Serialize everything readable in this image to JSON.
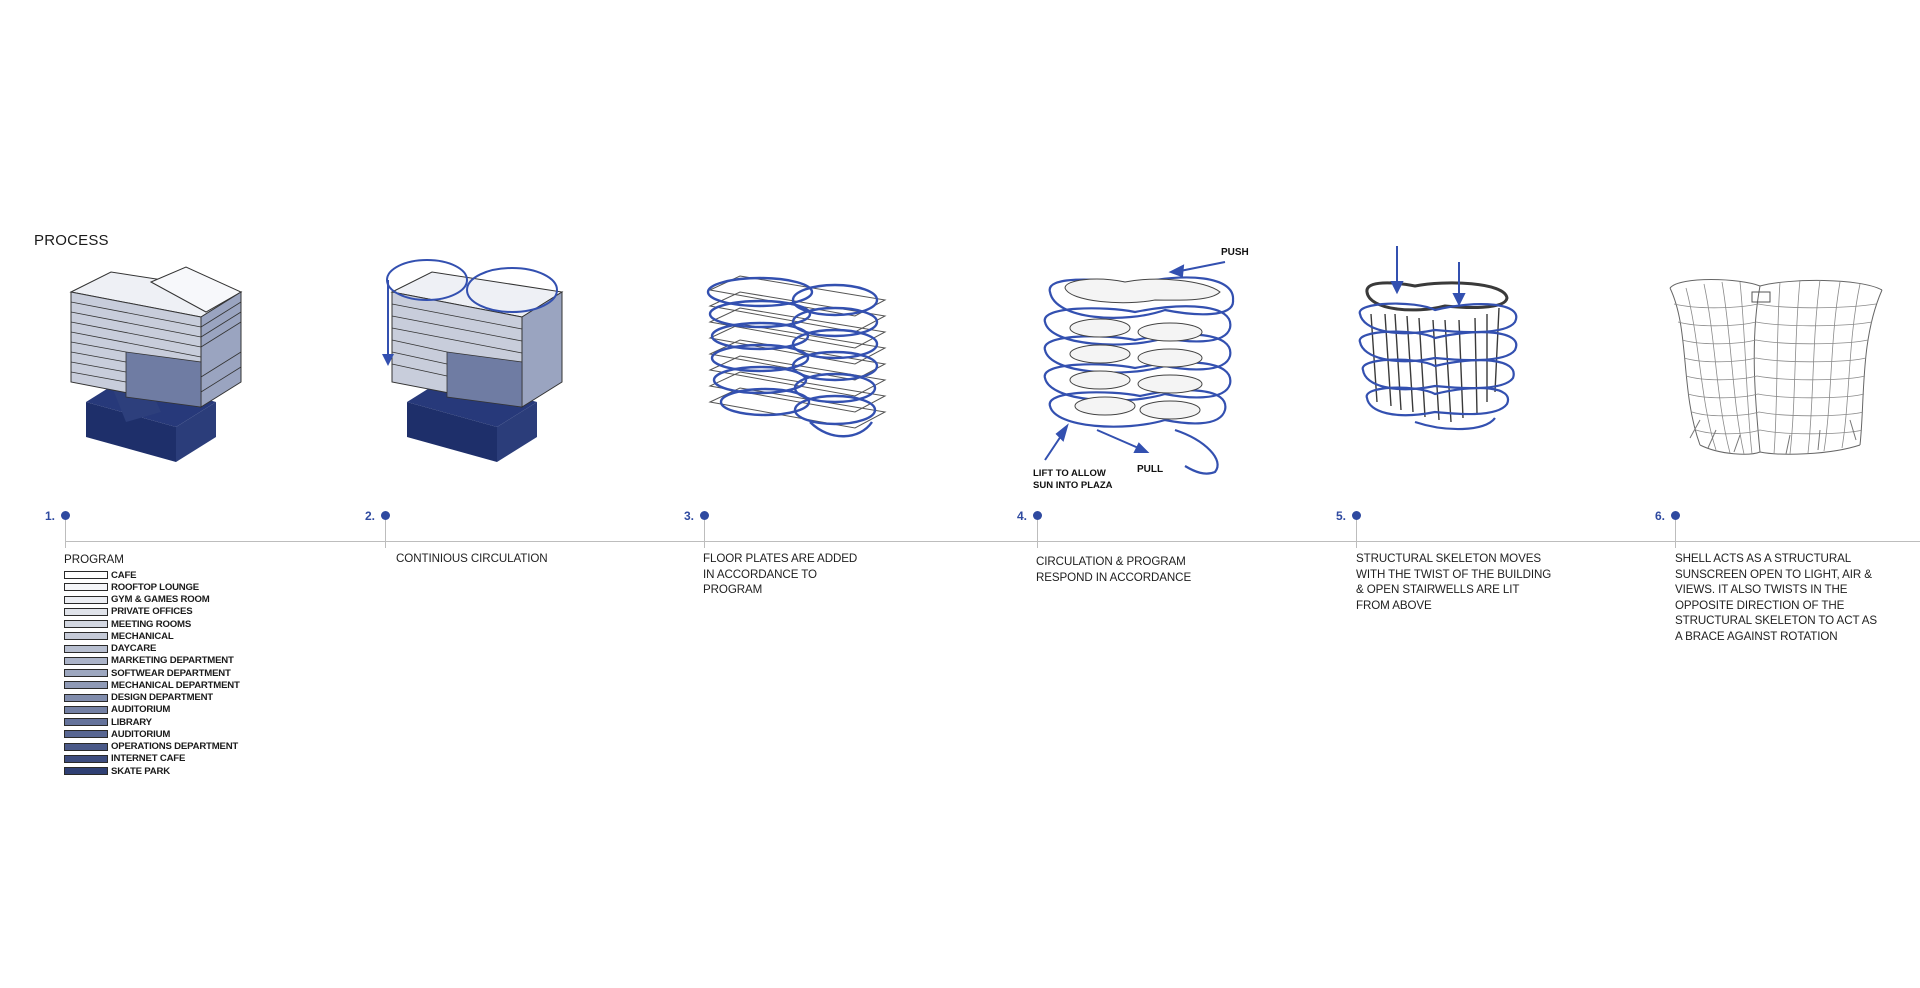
{
  "title": "PROCESS",
  "accent": "#2f4aa0",
  "steps": [
    {
      "number": "1.",
      "caption": "PROGRAM"
    },
    {
      "number": "2.",
      "caption": "CONTINIOUS CIRCULATION"
    },
    {
      "number": "3.",
      "caption": "FLOOR PLATES ARE ADDED\nIN ACCORDANCE TO\nPROGRAM"
    },
    {
      "number": "4.",
      "caption": "CIRCULATION & PROGRAM\nRESPOND IN ACCORDANCE"
    },
    {
      "number": "5.",
      "caption": "STRUCTURAL SKELETON MOVES\nWITH THE TWIST OF THE BUILDING\n& OPEN STAIRWELLS ARE  LIT\nFROM ABOVE"
    },
    {
      "number": "6.",
      "caption": "SHELL ACTS AS A STRUCTURAL\nSUNSCREEN OPEN TO LIGHT, AIR &\nVIEWS. IT ALSO TWISTS IN THE\nOPPOSITE DIRECTION OF THE\nSTRUCTURAL SKELETON TO ACT AS\nA BRACE AGAINST ROTATION"
    }
  ],
  "legend": [
    {
      "label": "CAFE",
      "color": "#ffffff"
    },
    {
      "label": "ROOFTOP LOUNGE",
      "color": "#f5f6f9"
    },
    {
      "label": "GYM & GAMES ROOM",
      "color": "#eceef3"
    },
    {
      "label": "PRIVATE OFFICES",
      "color": "#e0e3ea"
    },
    {
      "label": "MEETING ROOMS",
      "color": "#d3d7e1"
    },
    {
      "label": "MECHANICAL",
      "color": "#c6cbd8"
    },
    {
      "label": "DAYCARE",
      "color": "#b8bfd0"
    },
    {
      "label": "MARKETING DEPARTMENT",
      "color": "#abb3c8"
    },
    {
      "label": "SOFTWEAR DEPARTMENT",
      "color": "#9da7bf"
    },
    {
      "label": "MECHANICAL DEPARTMENT",
      "color": "#8f9ab6"
    },
    {
      "label": "DESIGN DEPARTMENT",
      "color": "#818dad"
    },
    {
      "label": "AUDITORIUM",
      "color": "#7380a4"
    },
    {
      "label": "LIBRARY",
      "color": "#65739b"
    },
    {
      "label": "AUDITORIUM",
      "color": "#586692"
    },
    {
      "label": "OPERATIONS DEPARTMENT",
      "color": "#4a5988"
    },
    {
      "label": "INTERNET CAFE",
      "color": "#3d4c7e"
    },
    {
      "label": "SKATE PARK",
      "color": "#2f3f73"
    }
  ],
  "annotations": {
    "push": "PUSH",
    "pull": "PULL",
    "lift_line1": "LIFT TO ALLOW",
    "lift_line2": "SUN INTO PLAZA"
  }
}
